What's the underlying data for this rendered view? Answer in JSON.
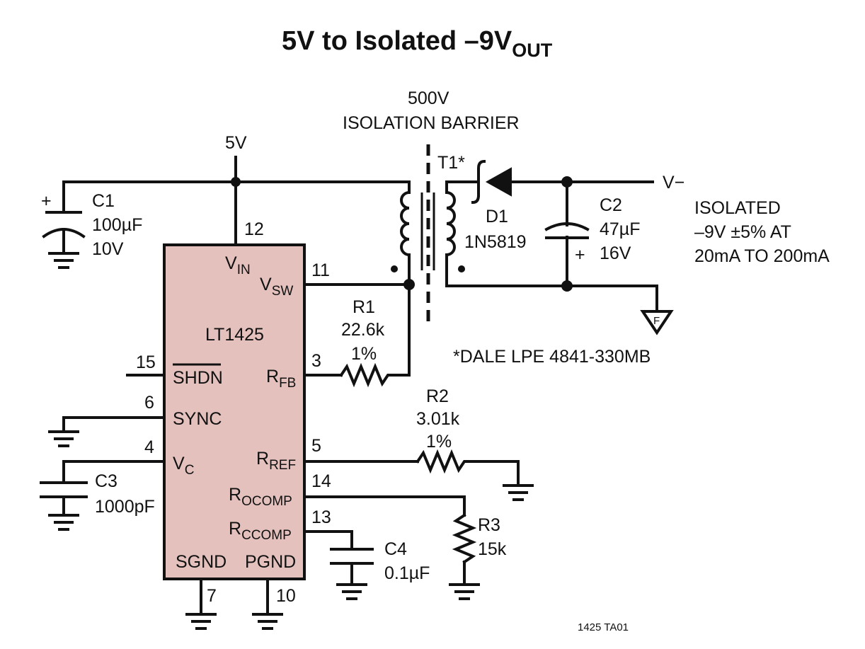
{
  "title": {
    "main": "5V to Isolated –9V",
    "sub": "OUT"
  },
  "colors": {
    "ic_fill": "#e4c1bd",
    "ink": "#111111"
  },
  "ic": {
    "name": "LT1425",
    "pins": {
      "vin": {
        "num": "12",
        "label": "V",
        "sub": "IN"
      },
      "vsw": {
        "num": "11",
        "label": "V",
        "sub": "SW"
      },
      "rfb": {
        "num": "3",
        "label": "R",
        "sub": "FB"
      },
      "shdn": {
        "num": "15",
        "label": "SHDN"
      },
      "sync": {
        "num": "6",
        "label": "SYNC"
      },
      "vc": {
        "num": "4",
        "label": "V",
        "sub": "C"
      },
      "rref": {
        "num": "5",
        "label": "R",
        "sub": "REF"
      },
      "rocomp": {
        "num": "14",
        "label": "R",
        "sub": "OCOMP"
      },
      "rccomp": {
        "num": "13",
        "label": "R",
        "sub": "CCOMP"
      },
      "sgnd": {
        "num": "7",
        "label": "SGND"
      },
      "pgnd": {
        "num": "10",
        "label": "PGND"
      }
    }
  },
  "supply": {
    "label": "5V"
  },
  "barrier": {
    "voltage": "500V",
    "label": "ISOLATION BARRIER"
  },
  "transformer": {
    "ref": "T1*"
  },
  "components": {
    "c1": {
      "ref": "C1",
      "value": "100µF",
      "rating": "10V",
      "polarity": "+"
    },
    "c2": {
      "ref": "C2",
      "value": "47µF",
      "rating": "16V",
      "polarity": "+"
    },
    "c3": {
      "ref": "C3",
      "value": "1000pF"
    },
    "c4": {
      "ref": "C4",
      "value": "0.1µF"
    },
    "d1": {
      "ref": "D1",
      "part": "1N5819"
    },
    "r1": {
      "ref": "R1",
      "value": "22.6k",
      "tolerance": "1%"
    },
    "r2": {
      "ref": "R2",
      "value": "3.01k",
      "tolerance": "1%"
    },
    "r3": {
      "ref": "R3",
      "value": "15k"
    }
  },
  "output": {
    "node": "V−",
    "line1": "ISOLATED",
    "line2": "–9V ±5% AT",
    "line3": "20mA TO 200mA",
    "ground_mark": "F"
  },
  "footnote": "*DALE LPE 4841-330MB",
  "figure_id": "1425 TA01"
}
